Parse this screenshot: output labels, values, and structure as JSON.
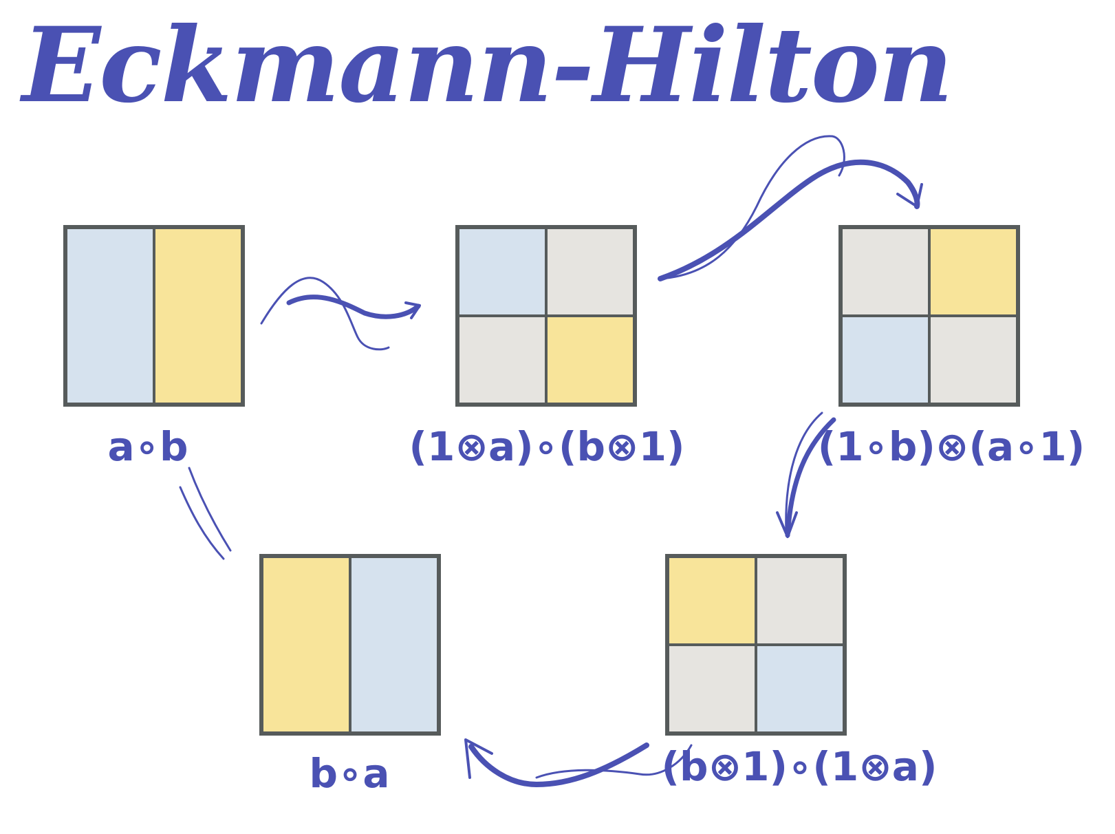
{
  "title": "Eckmann-Hilton",
  "colors": {
    "ink": "#4a51b3",
    "a": "#d6e2ee",
    "b": "#f8e49a",
    "unit": "#e6e4e0",
    "frame": "#565b5b"
  },
  "panels": [
    {
      "id": "a-compose-b",
      "label": "a∘b",
      "layout": "split",
      "cells": [
        "a",
        "b"
      ]
    },
    {
      "id": "unit-a-compose-b-unit",
      "label": "(1⊗a)∘(b⊗1)",
      "layout": "grid",
      "cells": [
        "a",
        "unit",
        "unit",
        "b"
      ]
    },
    {
      "id": "unit-b-tensor-a-unit",
      "label": "(1∘b)⊗(a∘1)",
      "layout": "grid",
      "cells": [
        "unit",
        "b",
        "a",
        "unit"
      ]
    },
    {
      "id": "b-unit-compose-unit-a",
      "label": "(b⊗1)∘(1⊗a)",
      "layout": "grid",
      "cells": [
        "b",
        "unit",
        "unit",
        "a"
      ]
    },
    {
      "id": "b-compose-a",
      "label": "b∘a",
      "layout": "split",
      "cells": [
        "b",
        "a"
      ]
    }
  ],
  "relations": [
    {
      "from": "a-compose-b",
      "to": "unit-a-compose-b-unit",
      "kind": "isomorphism"
    },
    {
      "from": "unit-a-compose-b-unit",
      "to": "unit-b-tensor-a-unit",
      "kind": "isomorphism"
    },
    {
      "from": "unit-b-tensor-a-unit",
      "to": "b-unit-compose-unit-a",
      "kind": "isomorphism"
    },
    {
      "from": "b-unit-compose-unit-a",
      "to": "b-compose-a",
      "kind": "isomorphism"
    },
    {
      "from": "b-compose-a",
      "to": "a-compose-b",
      "kind": "equality"
    }
  ]
}
